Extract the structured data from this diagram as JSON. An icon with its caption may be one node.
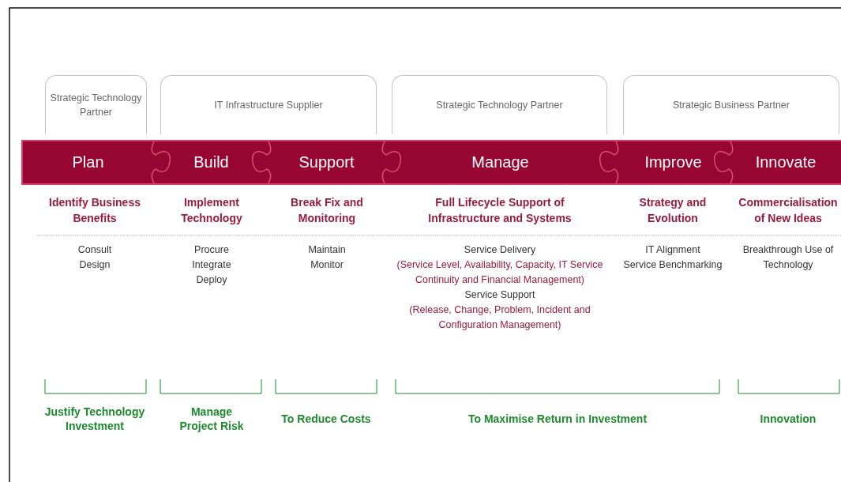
{
  "diagram": {
    "nodes": [
      {
        "text": [
          "Strategic Technology Partner"
        ]
      },
      {
        "text": [
          "IT Infrastructure Supplier"
        ]
      },
      {
        "text": [
          "Strategic Technology Partner"
        ]
      },
      {
        "text": [
          "Strategic Business Partner"
        ]
      },
      {
        "text": [
          "Plan"
        ]
      },
      {
        "text": [
          "Build"
        ]
      },
      {
        "text": [
          "Support"
        ]
      },
      {
        "text": [
          "Manage"
        ]
      },
      {
        "text": [
          "Improve"
        ]
      },
      {
        "text": [
          "Innovate"
        ]
      }
    ],
    "edges": [],
    "labels": [
      "Identify Business Benefits",
      "Implement Technology",
      "Break Fix and Monitoring",
      "Full Lifecycle Support of Infrastructure and Systems",
      "Strategy and Evolution",
      "Commercialisation of New Ideas",
      "Consult",
      "Design",
      "Procure",
      "Integrate",
      "Deploy",
      "Maintain",
      "Monitor",
      "Service Delivery",
      "(Service Level, Availability, Capacity, IT Service Continuity and Financial Management)",
      "Service Support",
      "(Release, Change, Problem, Incident and Configuration Management)",
      "IT Alignment",
      "Service Benchmarking",
      "Breakthrough Use of Technology",
      "Justify Technology Investment",
      "Manage Project Risk",
      "To Reduce Costs",
      "To Maximise Return in Investment",
      "Innovation"
    ]
  }
}
